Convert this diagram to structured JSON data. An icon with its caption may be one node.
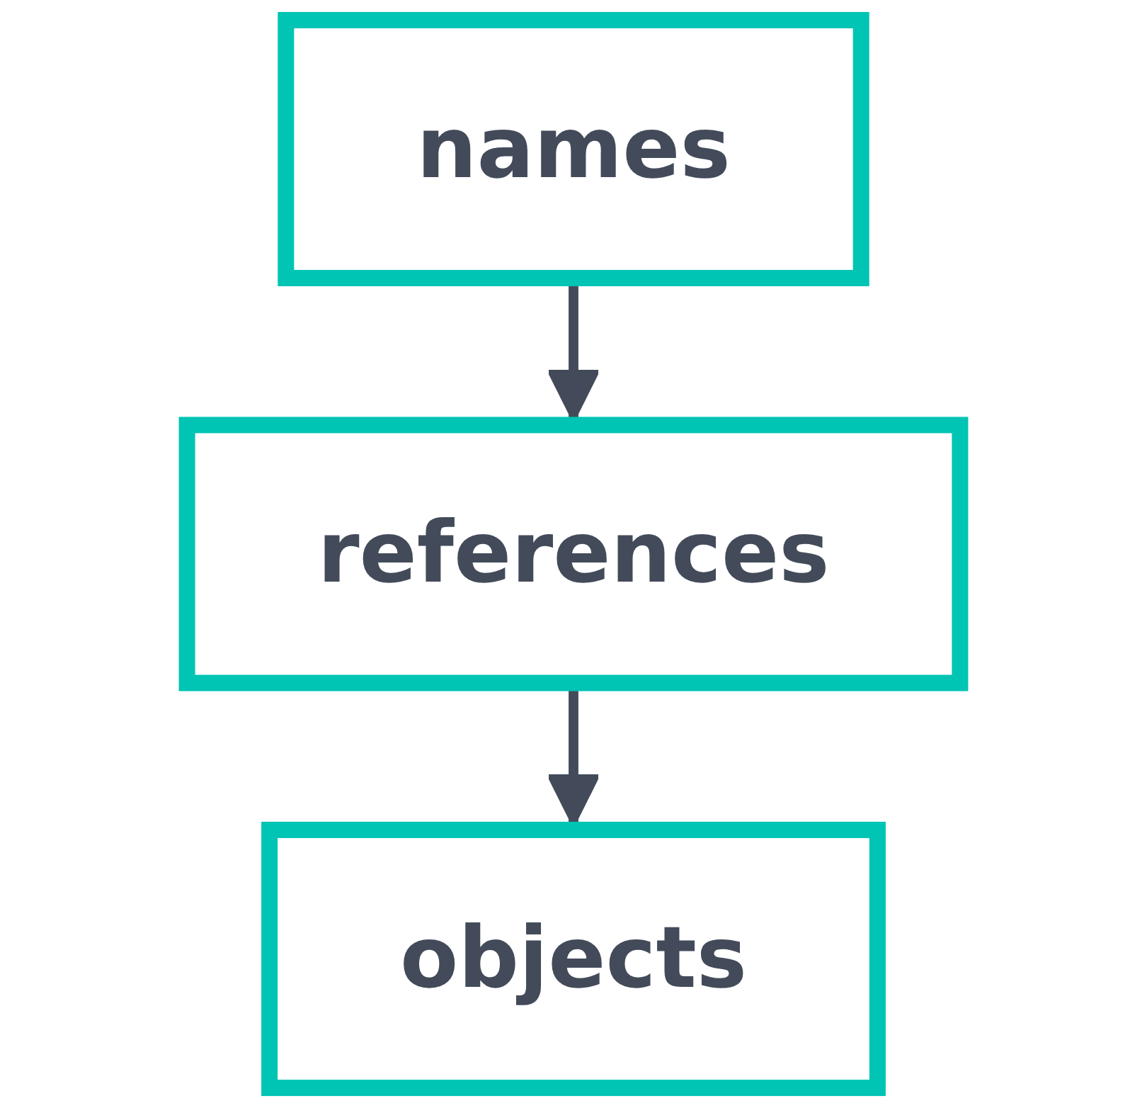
{
  "diagram": {
    "nodes": [
      {
        "text": [
          "names"
        ]
      },
      {
        "text": [
          "references"
        ]
      },
      {
        "text": [
          "objects"
        ]
      }
    ],
    "edges": [
      {
        "from": 0,
        "to": 1,
        "arrow": "to"
      },
      {
        "from": 1,
        "to": 2,
        "arrow": "to"
      }
    ]
  }
}
